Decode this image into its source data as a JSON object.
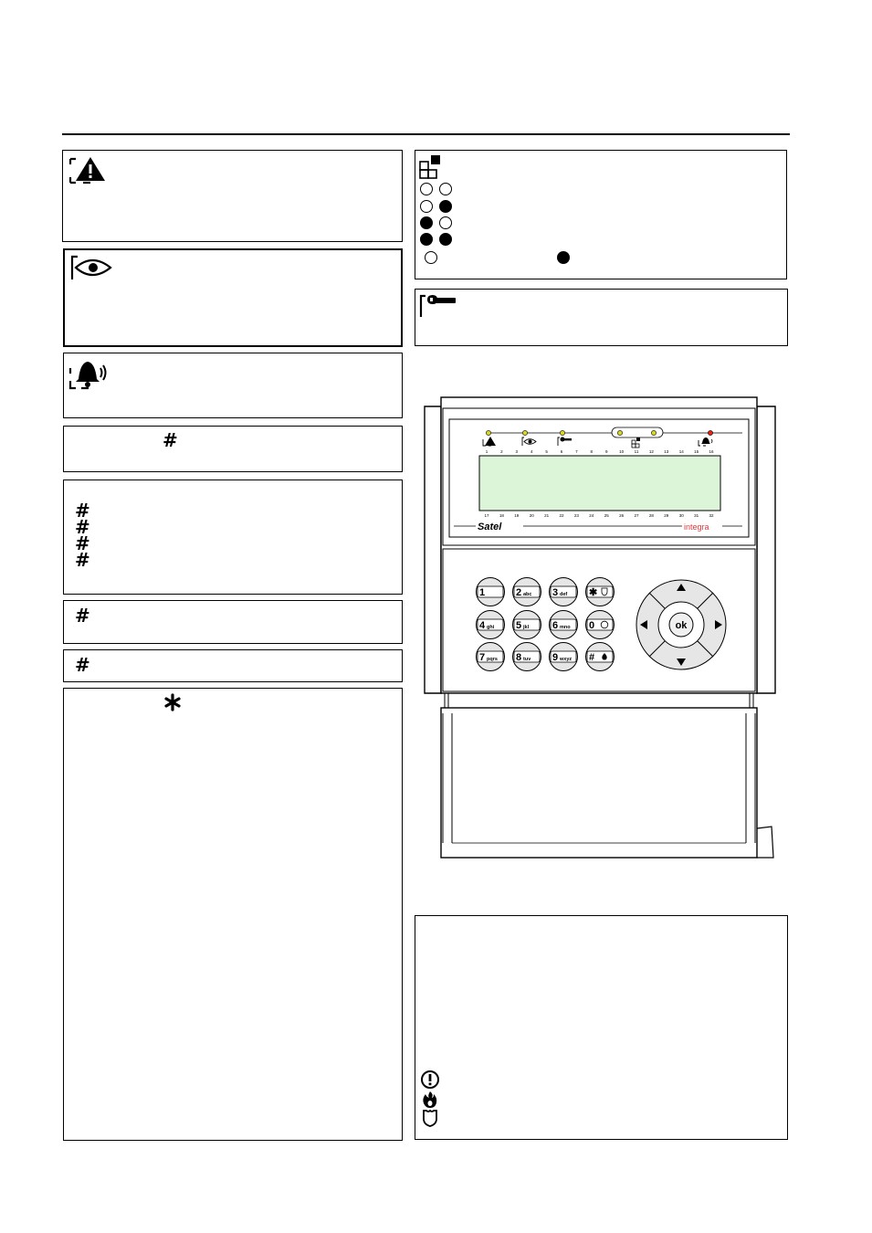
{
  "document": {
    "left_sections": [
      {
        "id": "trouble",
        "icon": "trouble-icon"
      },
      {
        "id": "service-eye",
        "icon": "eye-icon"
      },
      {
        "id": "alarm",
        "icon": "alarm-icon"
      },
      {
        "id": "hash-single",
        "icon": "hash-icon"
      },
      {
        "id": "hash-list",
        "icon": "hash-icon",
        "count": 4
      },
      {
        "id": "hash-a",
        "icon": "hash-icon"
      },
      {
        "id": "hash-b",
        "icon": "hash-icon"
      },
      {
        "id": "star",
        "icon": "star-icon"
      }
    ],
    "right_sections": [
      {
        "id": "partitions",
        "icon": "partition-icon",
        "led_rows": [
          [
            "off",
            "off"
          ],
          [
            "off",
            "on"
          ],
          [
            "on",
            "off"
          ],
          [
            "on",
            "on"
          ]
        ],
        "legend": [
          "off",
          "on"
        ]
      },
      {
        "id": "service",
        "icon": "wrench-icon"
      },
      {
        "id": "special-alarms",
        "icons": [
          "exclamation-icon",
          "fire-icon",
          "shield-icon"
        ]
      }
    ]
  },
  "keypad": {
    "brand": "Satel",
    "model": "integra",
    "top_numbers": [
      "1",
      "2",
      "3",
      "4",
      "5",
      "6",
      "7",
      "8",
      "9",
      "10",
      "11",
      "12",
      "13",
      "14",
      "15",
      "16"
    ],
    "bottom_numbers": [
      "17",
      "18",
      "19",
      "20",
      "21",
      "22",
      "23",
      "24",
      "25",
      "26",
      "27",
      "28",
      "29",
      "30",
      "31",
      "32"
    ],
    "keys": [
      {
        "digit": "1",
        "letters": ""
      },
      {
        "digit": "2",
        "letters": "abc"
      },
      {
        "digit": "3",
        "letters": "def"
      },
      {
        "digit": "✱",
        "letters": ""
      },
      {
        "digit": "4",
        "letters": "ghi"
      },
      {
        "digit": "5",
        "letters": "jkl"
      },
      {
        "digit": "6",
        "letters": "mno"
      },
      {
        "digit": "0",
        "letters": ""
      },
      {
        "digit": "7",
        "letters": "pqrs"
      },
      {
        "digit": "8",
        "letters": "tuv"
      },
      {
        "digit": "9",
        "letters": "wxyz"
      },
      {
        "digit": "#",
        "letters": ""
      }
    ],
    "ok_label": "ok",
    "colors": {
      "lcd": "#dcf4d8",
      "led_yellow": "#d8d628",
      "led_red": "#e02418",
      "brand_red": "#e03a3a"
    }
  }
}
